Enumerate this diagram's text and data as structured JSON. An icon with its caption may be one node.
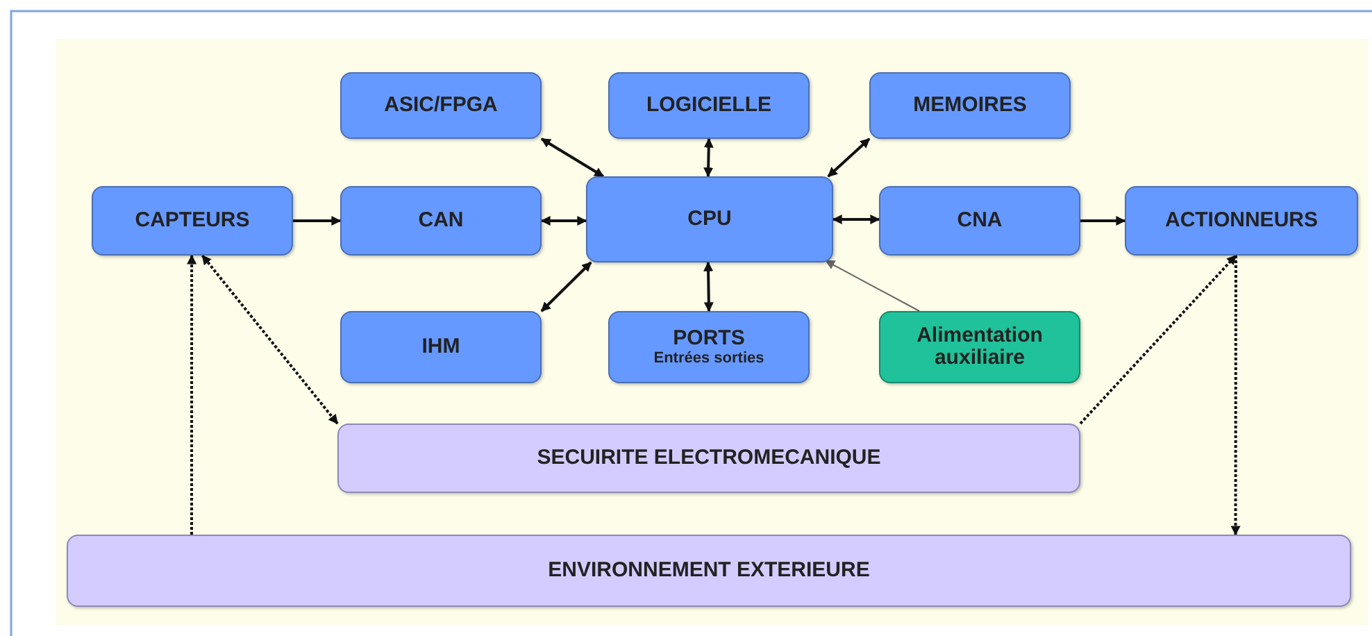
{
  "diagram": {
    "nodes": [
      {
        "text": [
          "ASIC/FPGA"
        ]
      },
      {
        "text": [
          "LOGICIELLE"
        ]
      },
      {
        "text": [
          "MEMOIRES"
        ]
      },
      {
        "text": [
          "CAPTEURS"
        ]
      },
      {
        "text": [
          "CAN"
        ]
      },
      {
        "text": [
          "CPU"
        ]
      },
      {
        "text": [
          "CNA"
        ]
      },
      {
        "text": [
          "ACTIONNEURS"
        ]
      },
      {
        "text": [
          "IHM"
        ]
      },
      {
        "text": [
          "PORTS",
          "Entrées sorties"
        ]
      },
      {
        "text": [
          "Alimentation auxiliaire"
        ]
      },
      {
        "text": [
          "SECUIRITE ELECTROMECANIQUE"
        ]
      },
      {
        "text": [
          "ENVIRONNEMENT EXTERIEURE"
        ]
      }
    ],
    "edges": [
      {
        "from": 3,
        "to": 4,
        "arrow": "to"
      },
      {
        "from": 4,
        "to": 5,
        "arrow": "both"
      },
      {
        "from": 0,
        "to": 5,
        "arrow": "both"
      },
      {
        "from": 1,
        "to": 5,
        "arrow": "both"
      },
      {
        "from": 2,
        "to": 5,
        "arrow": "both"
      },
      {
        "from": 8,
        "to": 5,
        "arrow": "both"
      },
      {
        "from": 9,
        "to": 5,
        "arrow": "both"
      },
      {
        "from": 5,
        "to": 6,
        "arrow": "both"
      },
      {
        "from": 6,
        "to": 7,
        "arrow": "to"
      },
      {
        "from": 10,
        "to": 5,
        "arrow": "to",
        "color": "#666666"
      },
      {
        "from": 11,
        "to": 3,
        "arrow": "both",
        "style": "dashed"
      },
      {
        "from": 12,
        "to": 3,
        "arrow": "to",
        "style": "dashed"
      },
      {
        "from": 11,
        "to": 7,
        "arrow": "to",
        "style": "dashed"
      },
      {
        "from": 7,
        "to": 12,
        "arrow": "to",
        "style": "dashed"
      }
    ]
  }
}
